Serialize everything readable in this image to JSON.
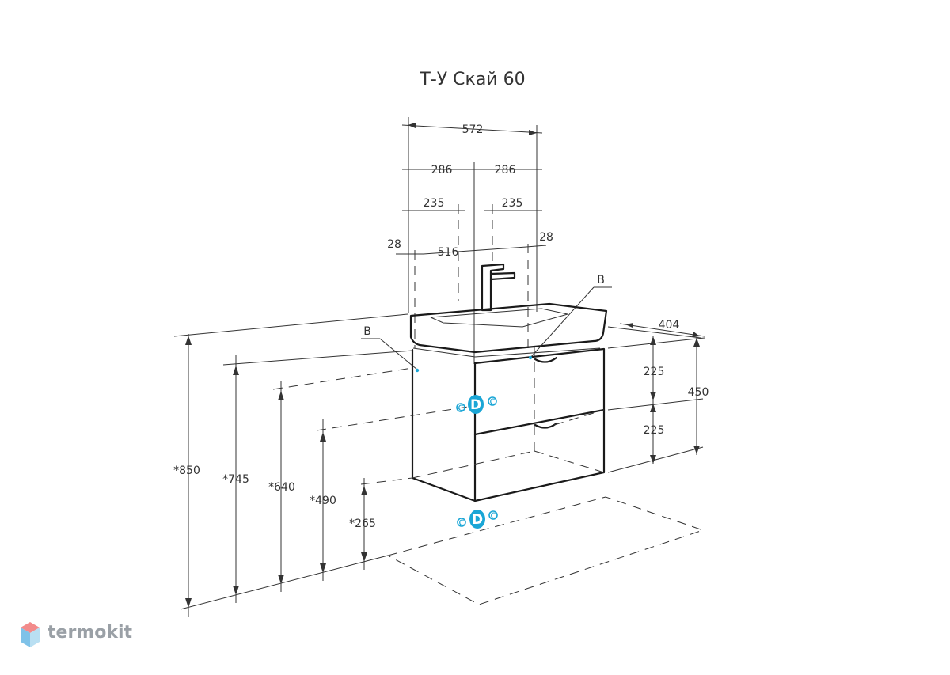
{
  "title": "Т-У Скай 60",
  "dimensions": {
    "width_total": "572",
    "half_left": "286",
    "half_right": "286",
    "inner_left": "235",
    "inner_right": "235",
    "edge_left": "28",
    "edge_right": "28",
    "inner_width": "516",
    "depth": "404",
    "drawer_top": "225",
    "drawer_bottom": "225",
    "height_cabinet": "450",
    "h850": "*850",
    "h745": "*745",
    "h640": "*640",
    "h490": "*490",
    "h265": "*265"
  },
  "labels": {
    "b_left": "B",
    "b_right": "B"
  },
  "connectors": {
    "small": "c",
    "big": "D"
  },
  "brand": {
    "name": "termokit",
    "color": "#9aa0a6",
    "icon": "cube-icon"
  },
  "accent_color": "#1aa6d6"
}
